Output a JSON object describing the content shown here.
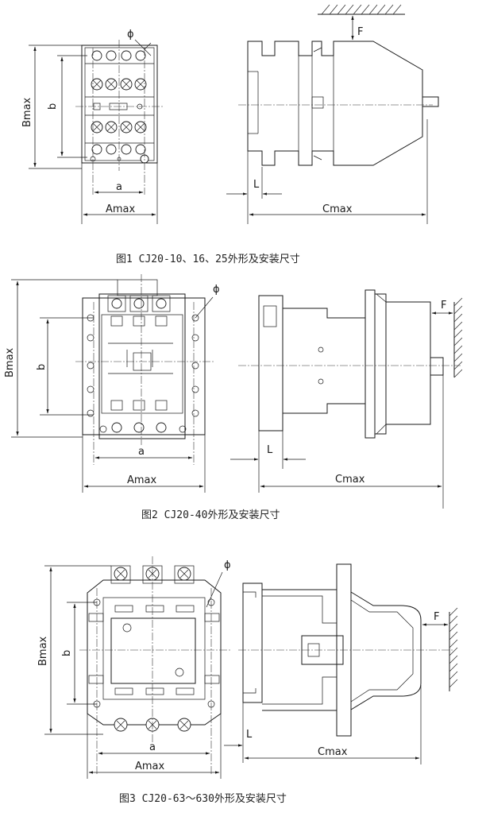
{
  "figures": [
    {
      "id": "fig1",
      "caption": "图1 CJ20-10、16、25外形及安装尺寸"
    },
    {
      "id": "fig2",
      "caption": "图2 CJ20-40外形及安装尺寸"
    },
    {
      "id": "fig3",
      "caption": "图3 CJ20-63～630外形及安装尺寸"
    }
  ],
  "labels": {
    "a": "a",
    "b": "b",
    "Amax": "Amax",
    "Bmax": "Bmax",
    "Cmax": "Cmax",
    "L": "L",
    "F": "F",
    "phi": "ϕ"
  }
}
